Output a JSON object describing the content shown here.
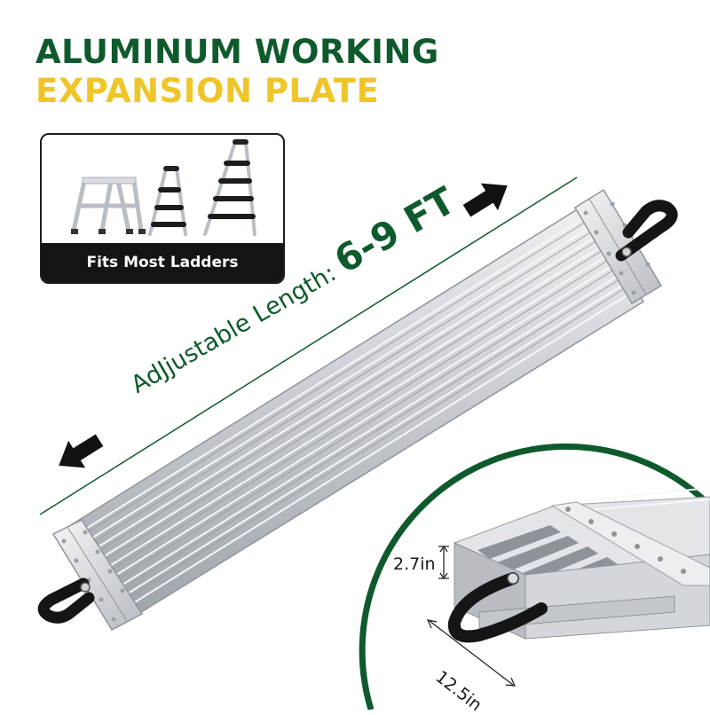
{
  "title": {
    "line1": "ALUMINUM WORKING",
    "line2": "EXPANSION PLATE"
  },
  "ladders": {
    "caption": "Fits Most Ladders"
  },
  "length": {
    "prefix": "AdJjustable Length: ",
    "value": "6-9 FT"
  },
  "dimensions": {
    "height": "2.7in",
    "width": "12.5in"
  },
  "colors": {
    "brand_green": "#0f5a2c",
    "accent_yellow": "#f0c52a",
    "aluminum": "#c9ccd0",
    "handle": "#151515"
  },
  "icons": [
    "arrow-right-icon",
    "arrow-left-icon",
    "ladder-icon",
    "strap-handle-icon"
  ]
}
